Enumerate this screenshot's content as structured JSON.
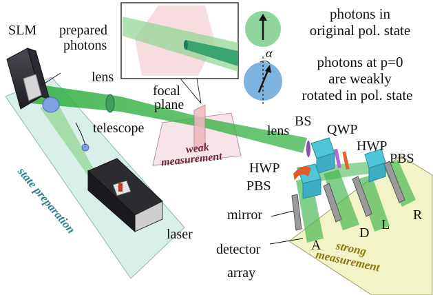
{
  "labels": {
    "slm": "SLM",
    "prepared_line1": "prepared",
    "prepared_line2": "photons",
    "lens_top": "lens",
    "telescope": "telescope",
    "focal_line1": "focal",
    "focal_line2": "plane",
    "weak_line1": "weak",
    "weak_line2": "measurement",
    "state_prep": "state preparation",
    "laser": "laser",
    "lens_right": "lens",
    "bs": "BS",
    "qwp": "QWP",
    "hwp_right": "HWP",
    "hwp_left": "HWP",
    "pbs_right": "PBS",
    "pbs_left": "PBS",
    "mirror": "mirror",
    "detector_line1": "detector",
    "detector_line2": "array",
    "strong_line1": "strong",
    "strong_line2": "measurement",
    "out_a": "A",
    "out_d": "D",
    "out_l": "L",
    "out_r": "R"
  },
  "legend": {
    "original_line1": "photons in",
    "original_line2": "original pol. state",
    "rotated_line1": "photons at p=0",
    "rotated_line2": "are weakly",
    "rotated_line3": "rotated in pol. state",
    "alpha": "α"
  },
  "colors": {
    "beam": "#3cb44a",
    "beam_light": "#8fd48f",
    "prep_plane": "#d9efe9",
    "weak_plane": "#f6e4e8",
    "strong_plane": "#f2f3c6",
    "optic_cyan": "#4fc6d8",
    "legend_green": "#8fd49a",
    "legend_blue": "#7fb3e0"
  }
}
